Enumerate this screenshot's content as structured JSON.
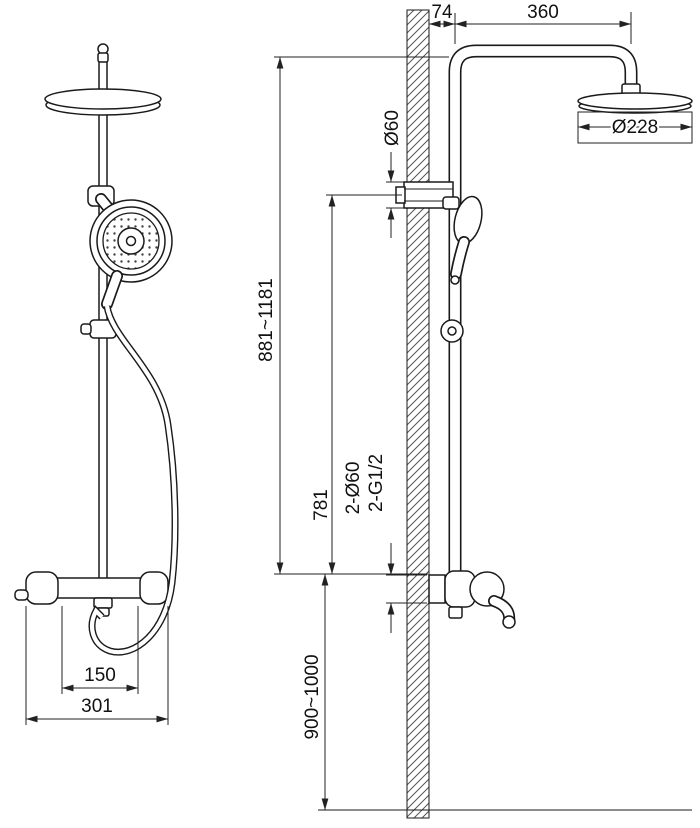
{
  "dimensions": {
    "wall_offset": "74",
    "arm_length": "360",
    "head_diameter": "Ø228",
    "escutcheon_diameter": "Ø60",
    "overall_height_range": "881~1181",
    "riser_height": "781",
    "inlet_diameters": "2-Ø60",
    "inlet_threads": "2-G1/2",
    "mounting_height_range": "900~1000",
    "handle_spacing": "150",
    "valve_width": "301"
  },
  "colors": {
    "line": "#1a1a1a",
    "dimension_line": "#222222",
    "background": "#ffffff"
  }
}
